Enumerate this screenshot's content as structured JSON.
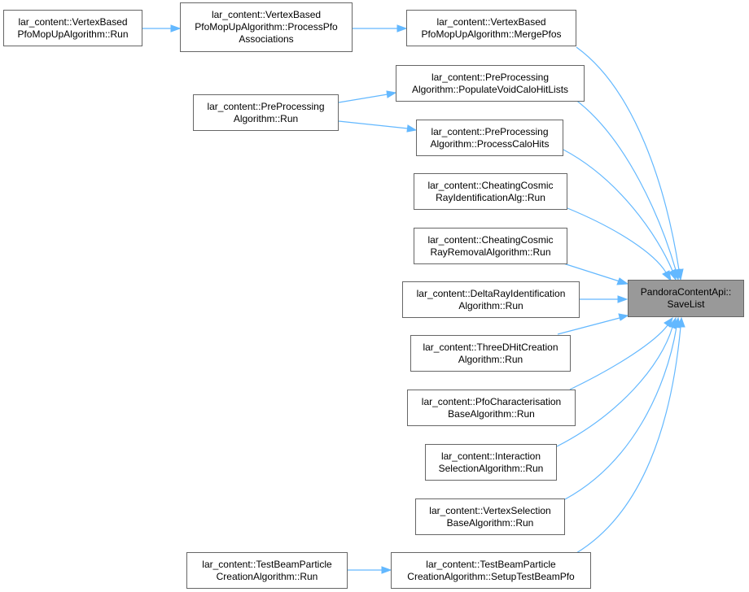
{
  "nodes": {
    "save_list": {
      "lines": [
        "PandoraContentApi::",
        "SaveList"
      ]
    },
    "vb_run": {
      "lines": [
        "lar_content::VertexBased",
        "PfoMopUpAlgorithm::Run"
      ]
    },
    "vb_process": {
      "lines": [
        "lar_content::VertexBased",
        "PfoMopUpAlgorithm::ProcessPfo",
        "Associations"
      ]
    },
    "vb_merge": {
      "lines": [
        "lar_content::VertexBased",
        "PfoMopUpAlgorithm::MergePfos"
      ]
    },
    "pp_populate": {
      "lines": [
        "lar_content::PreProcessing",
        "Algorithm::PopulateVoidCaloHitLists"
      ]
    },
    "pp_run": {
      "lines": [
        "lar_content::PreProcessing",
        "Algorithm::Run"
      ]
    },
    "pp_process": {
      "lines": [
        "lar_content::PreProcessing",
        "Algorithm::ProcessCaloHits"
      ]
    },
    "cheat_id": {
      "lines": [
        "lar_content::CheatingCosmic",
        "RayIdentificationAlg::Run"
      ]
    },
    "cheat_removal": {
      "lines": [
        "lar_content::CheatingCosmic",
        "RayRemovalAlgorithm::Run"
      ]
    },
    "delta_ray": {
      "lines": [
        "lar_content::DeltaRayIdentification",
        "Algorithm::Run"
      ]
    },
    "three_d": {
      "lines": [
        "lar_content::ThreeDHitCreation",
        "Algorithm::Run"
      ]
    },
    "pfo_char": {
      "lines": [
        "lar_content::PfoCharacterisation",
        "BaseAlgorithm::Run"
      ]
    },
    "interaction": {
      "lines": [
        "lar_content::Interaction",
        "SelectionAlgorithm::Run"
      ]
    },
    "vertex_sel": {
      "lines": [
        "lar_content::VertexSelection",
        "BaseAlgorithm::Run"
      ]
    },
    "tb_run": {
      "lines": [
        "lar_content::TestBeamParticle",
        "CreationAlgorithm::Run"
      ]
    },
    "tb_setup": {
      "lines": [
        "lar_content::TestBeamParticle",
        "CreationAlgorithm::SetupTestBeamPfo"
      ]
    }
  },
  "colors": {
    "edge": "#63b8ff",
    "node_border": "#666666",
    "focus_fill": "#999999"
  }
}
